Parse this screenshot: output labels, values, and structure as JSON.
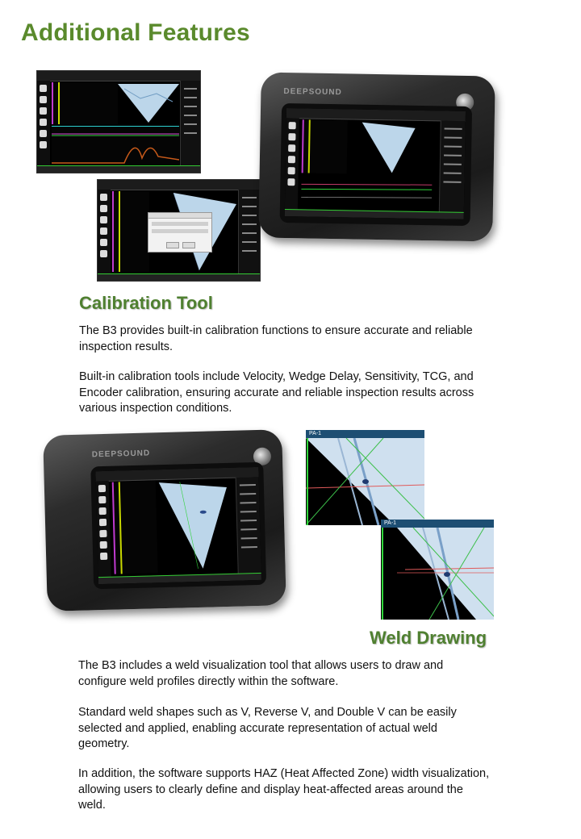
{
  "page": {
    "title": "Additional Features"
  },
  "calibration": {
    "heading": "Calibration Tool",
    "paragraphs": [
      "The B3 provides built-in calibration functions to ensure accurate and reliable inspection results.",
      "Built-in calibration tools include Velocity, Wedge Delay, Sensitivity, TCG, and Encoder calibration, ensuring accurate and reliable inspection results across various inspection conditions."
    ]
  },
  "weld": {
    "heading": "Weld Drawing",
    "paragraphs": [
      "The B3 includes a weld visualization tool that allows users to draw and configure weld profiles directly within the software.",
      "Standard weld shapes such as V, Reverse V, and Double V can be easily selected and applied, enabling accurate representation of actual weld geometry.",
      "In addition, the software supports HAZ (Heat Affected Zone) width visualization, allowing users to clearly define and display heat-affected areas around the weld."
    ]
  },
  "images": {
    "device_brand": "DEEPSOUND",
    "crop_label": "PA-1"
  },
  "colors": {
    "heading_green": "#5a8a2c",
    "ascan_gate": "#c8d800",
    "magenta_cursor": "#c03ad0",
    "sector_blue": "#bcd6ea",
    "weld_line_green": "#3cbf4a",
    "header_blue": "#1d4e73"
  }
}
